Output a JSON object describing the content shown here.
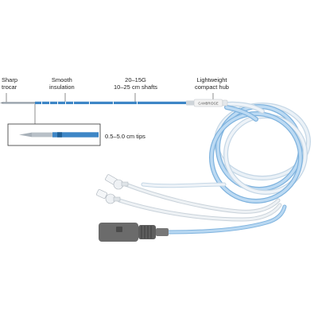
{
  "callouts": {
    "sharp_trocar": [
      "Sharp",
      "trocar"
    ],
    "smooth_insulation": [
      "Smooth",
      "insulation"
    ],
    "shafts": [
      "20–15G",
      "10–25 cm shafts"
    ],
    "hub": [
      "Lightweight",
      "compact hub"
    ],
    "tips": "0.5–5.0 cm tips"
  },
  "hub_brand": "CAMBRIDGE",
  "colors": {
    "needle_blue": "#3d86c6",
    "tube_blue": "#9fc9ec",
    "tube_clear": "#e4ebf1",
    "hub_white": "#f2f2f2",
    "connector_gray": "#6b6b6b"
  }
}
